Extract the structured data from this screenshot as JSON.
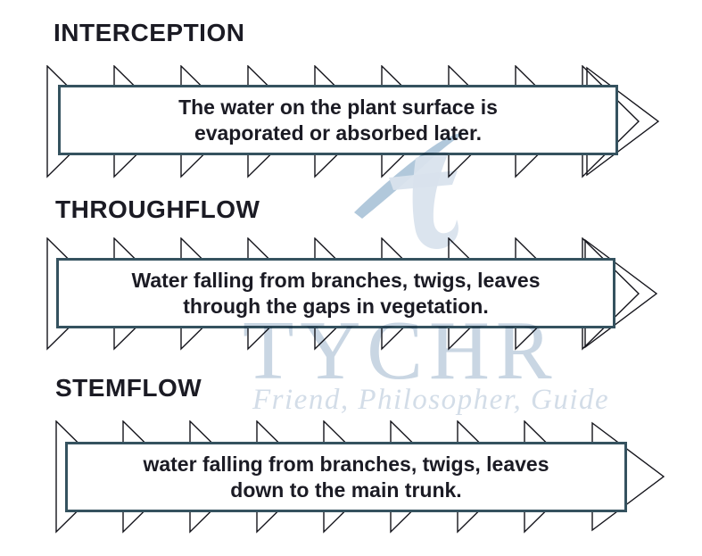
{
  "rows": [
    {
      "title": "INTERCEPTION",
      "line1": "The water on the plant surface is",
      "line2": "evaporated or absorbed later."
    },
    {
      "title": "THROUGHFLOW",
      "line1": "Water falling from branches, twigs, leaves",
      "line2": "through the gaps in vegetation."
    },
    {
      "title": "STEMFLOW",
      "line1": "water falling from branches, twigs, leaves",
      "line2": "down to the main trunk."
    }
  ],
  "watermark": {
    "brand": "TYCHR",
    "tagline": "Friend, Philosopher, Guide"
  },
  "colors": {
    "ink": "#1b1b24",
    "box_border": "#35525f",
    "triangle_outline": "#14141b",
    "watermark_text": "#c9d6e3",
    "watermark_tagline": "#d3dde8",
    "watermark_logo_light": "#d9e3ed",
    "watermark_logo_dark": "#a9c2d7"
  }
}
